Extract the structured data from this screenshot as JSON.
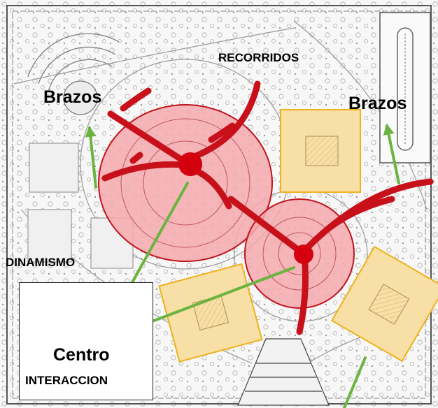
{
  "labels": {
    "brazos_left": "Brazos",
    "brazos_right": "Brazos",
    "recorridos": "RECORRIDOS",
    "dinamismo": "DINAMISMO",
    "centro": "Centro",
    "interaccion": "INTERACCION"
  },
  "colors": {
    "center_zone_fill": "#f4a9ae",
    "center_zone_stroke": "#c0141c",
    "arm_red": "#c8101a",
    "node_red": "#d4000f",
    "square_fill": "#f7dfa6",
    "square_stroke": "#f0b21c",
    "arrow_green": "#6cb33f",
    "plan_line": "#8c8c8c"
  },
  "icons": [
    "arrowhead-icon"
  ]
}
